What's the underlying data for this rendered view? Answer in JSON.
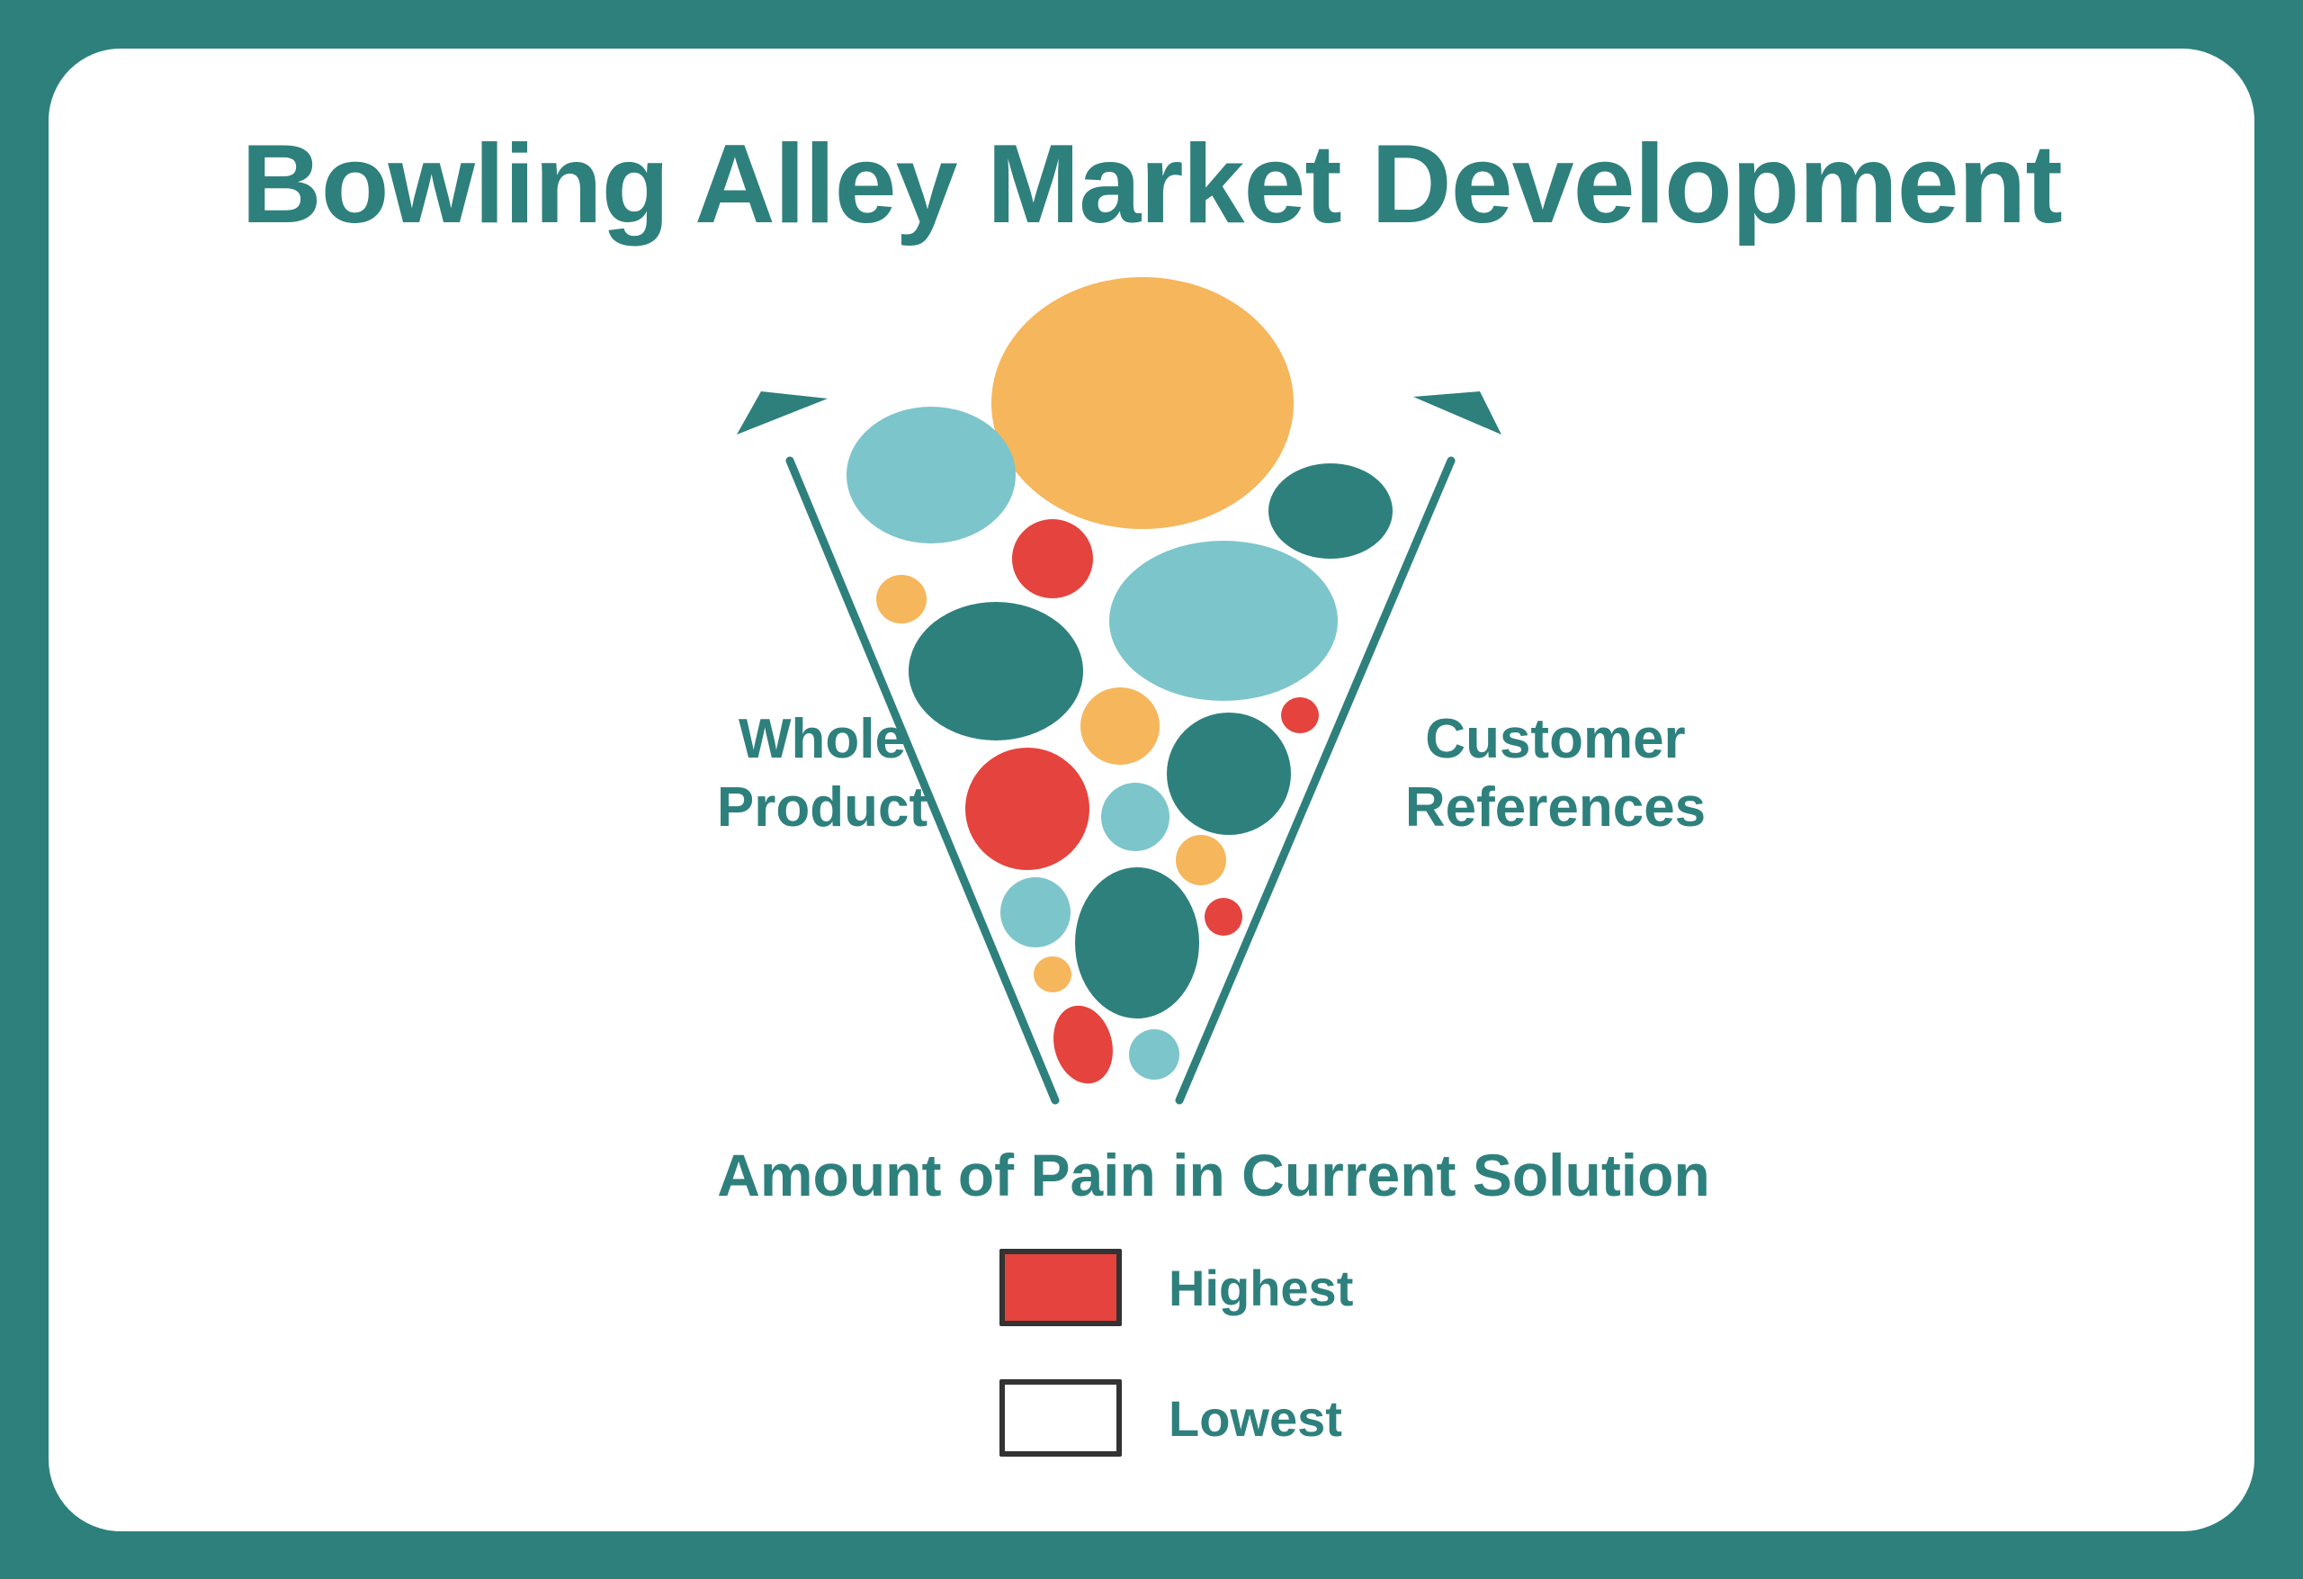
{
  "title": "Bowling Alley Market Development",
  "labels": {
    "left_line1": "Whole",
    "left_line2": "Product",
    "right_line1": "Customer",
    "right_line2": "References",
    "axis": "Amount of Pain in Current Solution"
  },
  "legend": [
    {
      "label": "Highest",
      "color": "#e5433e"
    },
    {
      "label": "Lowest",
      "color": "#ffffff"
    }
  ],
  "colors": {
    "frame": "#2e807d",
    "teal": "#2e807d",
    "light_teal": "#7cc5cb",
    "orange": "#f6b65c",
    "red": "#e5433e",
    "legend_border": "#333333"
  }
}
